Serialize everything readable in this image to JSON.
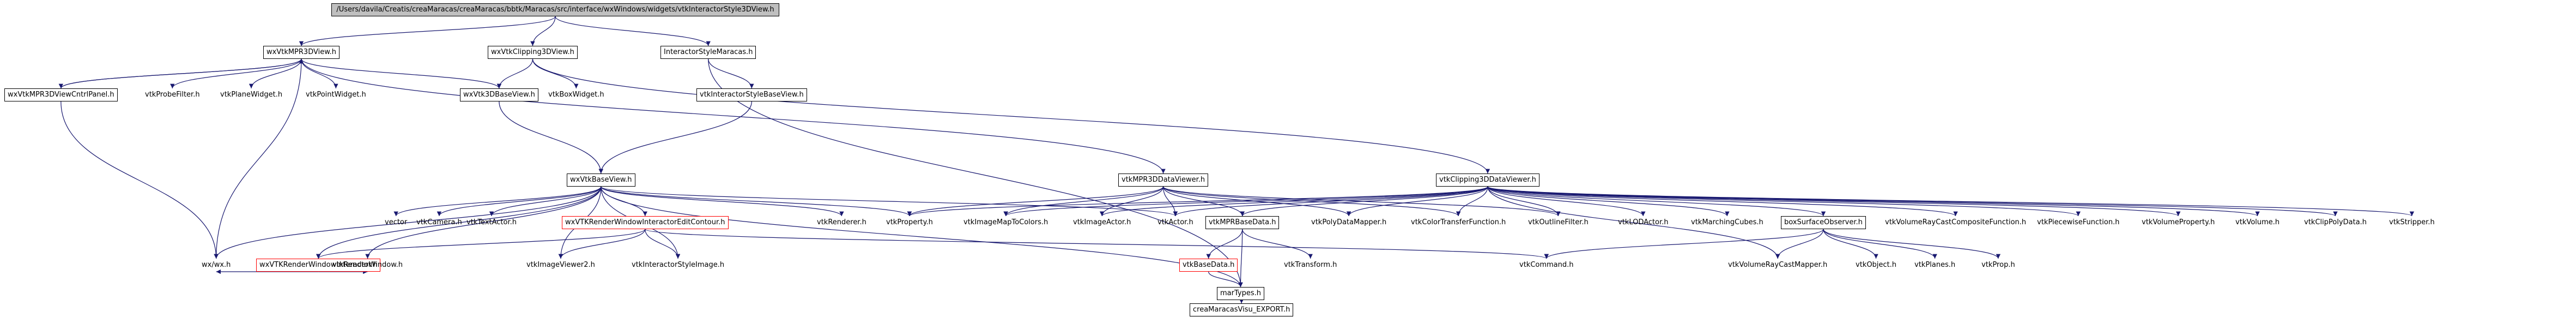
{
  "graph": {
    "colors": {
      "edge": "#191970",
      "node_border": "#000000",
      "root_fill": "#bfbfbf",
      "truncated_border": "#ff0000"
    },
    "nodes": {
      "root": "/Users/davila/Creatis/creaMaracas/creaMaracas/bbtk/Maracas/src/interface/wxWindows/widgets/vtkInteractorStyle3DView.h",
      "wxVtkMPR3DView_h": "wxVtkMPR3DView.h",
      "wxVtkClipping3DView_h": "wxVtkClipping3DView.h",
      "InteractorStyleMaracas_h": "InteractorStyleMaracas.h",
      "wxVtkMPR3DViewCntrlPanel_h": "wxVtkMPR3DViewCntrlPanel.h",
      "vtkProbeFilter_h": "vtkProbeFilter.h",
      "vtkPlaneWidget_h": "vtkPlaneWidget.h",
      "vtkPointWidget_h": "vtkPointWidget.h",
      "wxVtk3DBaseView_h": "wxVtk3DBaseView.h",
      "vtkBoxWidget_h": "vtkBoxWidget.h",
      "vtkInteractorStyleBaseView_h": "vtkInteractorStyleBaseView.h",
      "wxVtkBaseView_h": "wxVtkBaseView.h",
      "vtkMPR3DDataViewer_h": "vtkMPR3DDataViewer.h",
      "vtkClipping3DDataViewer_h": "vtkClipping3DDataViewer.h",
      "vector": "vector",
      "vtkCamera_h": "vtkCamera.h",
      "vtkTextActor_h": "vtkTextActor.h",
      "wxVTKRenderWindowInteractorEditContour_h": "wxVTKRenderWindowInteractorEditContour.h",
      "vtkRenderer_h": "vtkRenderer.h",
      "vtkProperty_h": "vtkProperty.h",
      "vtkImageMapToColors_h": "vtkImageMapToColors.h",
      "vtkImageActor_h": "vtkImageActor.h",
      "vtkActor_h": "vtkActor.h",
      "vtkMPRBaseData_h": "vtkMPRBaseData.h",
      "vtkPolyDataMapper_h": "vtkPolyDataMapper.h",
      "vtkColorTransferFunction_h": "vtkColorTransferFunction.h",
      "vtkOutlineFilter_h": "vtkOutlineFilter.h",
      "vtkLODActor_h": "vtkLODActor.h",
      "vtkMarchingCubes_h": "vtkMarchingCubes.h",
      "boxSurfaceObserver_h": "boxSurfaceObserver.h",
      "vtkVolumeRayCastCompositeFunction_h": "vtkVolumeRayCastCompositeFunction.h",
      "vtkPiecewiseFunction_h": "vtkPiecewiseFunction.h",
      "vtkVolumeProperty_h": "vtkVolumeProperty.h",
      "vtkVolume_h": "vtkVolume.h",
      "vtkClipPolyData_h": "vtkClipPolyData.h",
      "vtkStripper_h": "vtkStripper.h",
      "wxVTKRenderWindowInteractor_h": "wxVTKRenderWindowInteractor.h",
      "vtkImageViewer2_h": "vtkImageViewer2.h",
      "vtkInteractorStyleImage_h": "vtkInteractorStyleImage.h",
      "vtkBaseData_h": "vtkBaseData.h",
      "vtkTransform_h": "vtkTransform.h",
      "vtkCommand_h": "vtkCommand.h",
      "vtkVolumeRayCastMapper_h": "vtkVolumeRayCastMapper.h",
      "vtkObject_h": "vtkObject.h",
      "vtkPlanes_h": "vtkPlanes.h",
      "vtkProp_h": "vtkProp.h",
      "wx_wx_h": "wx/wx.h",
      "vtkRenderWindow_h": "vtkRenderWindow.h",
      "marTypes_h": "marTypes.h",
      "creaMaracasVisu_EXPORT_h": "creaMaracasVisu_EXPORT.h"
    },
    "edges": [
      [
        "root",
        "wxVtkMPR3DView_h"
      ],
      [
        "root",
        "wxVtkClipping3DView_h"
      ],
      [
        "root",
        "InteractorStyleMaracas_h"
      ],
      [
        "wxVtkMPR3DView_h",
        "wxVtkMPR3DViewCntrlPanel_h"
      ],
      [
        "wxVtkMPR3DViewCntrlPanel_h",
        "wxVtkMPR3DView_h"
      ],
      [
        "wxVtkMPR3DView_h",
        "vtkProbeFilter_h"
      ],
      [
        "wxVtkMPR3DView_h",
        "vtkPlaneWidget_h"
      ],
      [
        "wxVtkMPR3DView_h",
        "vtkPointWidget_h"
      ],
      [
        "wxVtkMPR3DView_h",
        "wxVtk3DBaseView_h"
      ],
      [
        "wxVtkMPR3DView_h",
        "vtkMPR3DDataViewer_h"
      ],
      [
        "wxVtkMPR3DView_h",
        "wx_wx_h"
      ],
      [
        "wxVtkMPR3DViewCntrlPanel_h",
        "wx_wx_h"
      ],
      [
        "wxVtkClipping3DView_h",
        "wxVtk3DBaseView_h"
      ],
      [
        "wxVtkClipping3DView_h",
        "vtkBoxWidget_h"
      ],
      [
        "wxVtkClipping3DView_h",
        "vtkClipping3DDataViewer_h"
      ],
      [
        "InteractorStyleMaracas_h",
        "vtkInteractorStyleBaseView_h"
      ],
      [
        "InteractorStyleMaracas_h",
        "marTypes_h"
      ],
      [
        "wxVtk3DBaseView_h",
        "wxVtkBaseView_h"
      ],
      [
        "vtkInteractorStyleBaseView_h",
        "wxVtkBaseView_h"
      ],
      [
        "wxVtkBaseView_h",
        "vector"
      ],
      [
        "wxVtkBaseView_h",
        "vtkCamera_h"
      ],
      [
        "wxVtkBaseView_h",
        "vtkTextActor_h"
      ],
      [
        "wxVtkBaseView_h",
        "wxVTKRenderWindowInteractorEditContour_h"
      ],
      [
        "wxVtkBaseView_h",
        "vtkRenderer_h"
      ],
      [
        "wxVtkBaseView_h",
        "vtkProperty_h"
      ],
      [
        "wxVtkBaseView_h",
        "vtkActor_h"
      ],
      [
        "wxVtkBaseView_h",
        "wxVTKRenderWindowInteractor_h"
      ],
      [
        "wxVtkBaseView_h",
        "vtkImageViewer2_h"
      ],
      [
        "wxVtkBaseView_h",
        "vtkInteractorStyleImage_h"
      ],
      [
        "wxVtkBaseView_h",
        "wx_wx_h"
      ],
      [
        "wxVtkBaseView_h",
        "vtkRenderWindow_h"
      ],
      [
        "wxVtkBaseView_h",
        "marTypes_h"
      ],
      [
        "wxVTKRenderWindowInteractorEditContour_h",
        "wxVTKRenderWindowInteractor_h"
      ],
      [
        "wxVTKRenderWindowInteractorEditContour_h",
        "vtkImageViewer2_h"
      ],
      [
        "wxVTKRenderWindowInteractorEditContour_h",
        "vtkInteractorStyleImage_h"
      ],
      [
        "wxVTKRenderWindowInteractorEditContour_h",
        "vtkCommand_h"
      ],
      [
        "wxVTKRenderWindowInteractor_h",
        "wx_wx_h"
      ],
      [
        "wxVTKRenderWindowInteractor_h",
        "vtkRenderWindow_h"
      ],
      [
        "vtkMPR3DDataViewer_h",
        "vtkImageMapToColors_h"
      ],
      [
        "vtkMPR3DDataViewer_h",
        "vtkImageActor_h"
      ],
      [
        "vtkMPR3DDataViewer_h",
        "vtkActor_h"
      ],
      [
        "vtkMPR3DDataViewer_h",
        "vtkMPRBaseData_h"
      ],
      [
        "vtkMPR3DDataViewer_h",
        "vtkPolyDataMapper_h"
      ],
      [
        "vtkMPR3DDataViewer_h",
        "vtkColorTransferFunction_h"
      ],
      [
        "vtkMPR3DDataViewer_h",
        "vtkOutlineFilter_h"
      ],
      [
        "vtkMPR3DDataViewer_h",
        "vtkProperty_h"
      ],
      [
        "vtkClipping3DDataViewer_h",
        "vtkMPRBaseData_h"
      ],
      [
        "vtkClipping3DDataViewer_h",
        "vtkPolyDataMapper_h"
      ],
      [
        "vtkClipping3DDataViewer_h",
        "vtkColorTransferFunction_h"
      ],
      [
        "vtkClipping3DDataViewer_h",
        "vtkOutlineFilter_h"
      ],
      [
        "vtkClipping3DDataViewer_h",
        "vtkLODActor_h"
      ],
      [
        "vtkClipping3DDataViewer_h",
        "vtkMarchingCubes_h"
      ],
      [
        "vtkClipping3DDataViewer_h",
        "boxSurfaceObserver_h"
      ],
      [
        "vtkClipping3DDataViewer_h",
        "vtkVolumeRayCastCompositeFunction_h"
      ],
      [
        "vtkClipping3DDataViewer_h",
        "vtkPiecewiseFunction_h"
      ],
      [
        "vtkClipping3DDataViewer_h",
        "vtkVolumeProperty_h"
      ],
      [
        "vtkClipping3DDataViewer_h",
        "vtkVolume_h"
      ],
      [
        "vtkClipping3DDataViewer_h",
        "vtkClipPolyData_h"
      ],
      [
        "vtkClipping3DDataViewer_h",
        "vtkStripper_h"
      ],
      [
        "vtkClipping3DDataViewer_h",
        "vtkVolumeRayCastMapper_h"
      ],
      [
        "vtkClipping3DDataViewer_h",
        "vtkActor_h"
      ],
      [
        "vtkClipping3DDataViewer_h",
        "vtkProperty_h"
      ],
      [
        "vtkClipping3DDataViewer_h",
        "vtkImageMapToColors_h"
      ],
      [
        "vtkClipping3DDataViewer_h",
        "vtkImageActor_h"
      ],
      [
        "vtkMPRBaseData_h",
        "vtkBaseData_h"
      ],
      [
        "vtkMPRBaseData_h",
        "vtkTransform_h"
      ],
      [
        "vtkMPRBaseData_h",
        "marTypes_h"
      ],
      [
        "vtkBaseData_h",
        "marTypes_h"
      ],
      [
        "boxSurfaceObserver_h",
        "vtkCommand_h"
      ],
      [
        "boxSurfaceObserver_h",
        "vtkVolumeRayCastMapper_h"
      ],
      [
        "boxSurfaceObserver_h",
        "vtkObject_h"
      ],
      [
        "boxSurfaceObserver_h",
        "vtkPlanes_h"
      ],
      [
        "boxSurfaceObserver_h",
        "vtkProp_h"
      ],
      [
        "marTypes_h",
        "creaMaracasVisu_EXPORT_h"
      ]
    ]
  }
}
